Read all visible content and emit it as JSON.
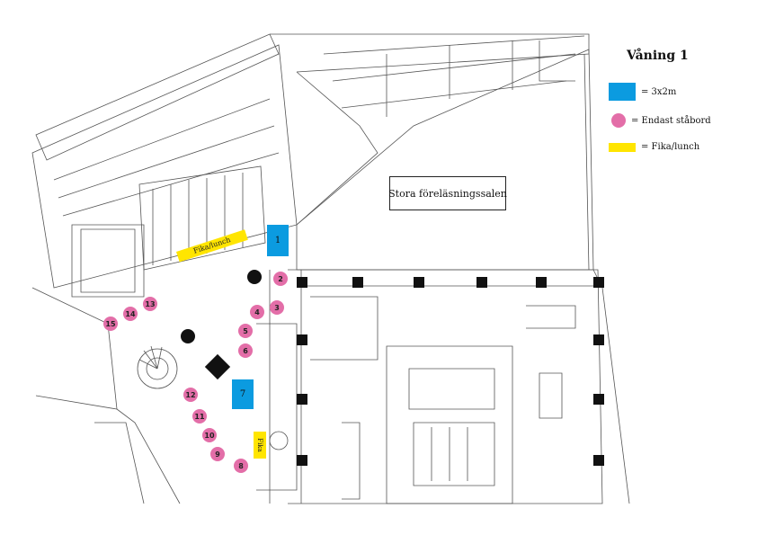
{
  "title": "Våning 1",
  "legend": [
    {
      "key": "blue",
      "label": "= 3x2m"
    },
    {
      "key": "pink",
      "label": "= Endast ståbord"
    },
    {
      "key": "yellow",
      "label": "= Fika/lunch"
    }
  ],
  "colors": {
    "blue": "#0b9be0",
    "pink": "#e36ea8",
    "yellow": "#ffe500"
  },
  "hall_label": "Stora föreläsningssalen",
  "blue_spots": [
    "1",
    "7"
  ],
  "pink_spots": [
    "2",
    "3",
    "4",
    "5",
    "6",
    "8",
    "9",
    "10",
    "11",
    "12",
    "13",
    "14",
    "15"
  ],
  "yellow_labels": [
    "Fika/lunch",
    "Fika"
  ]
}
